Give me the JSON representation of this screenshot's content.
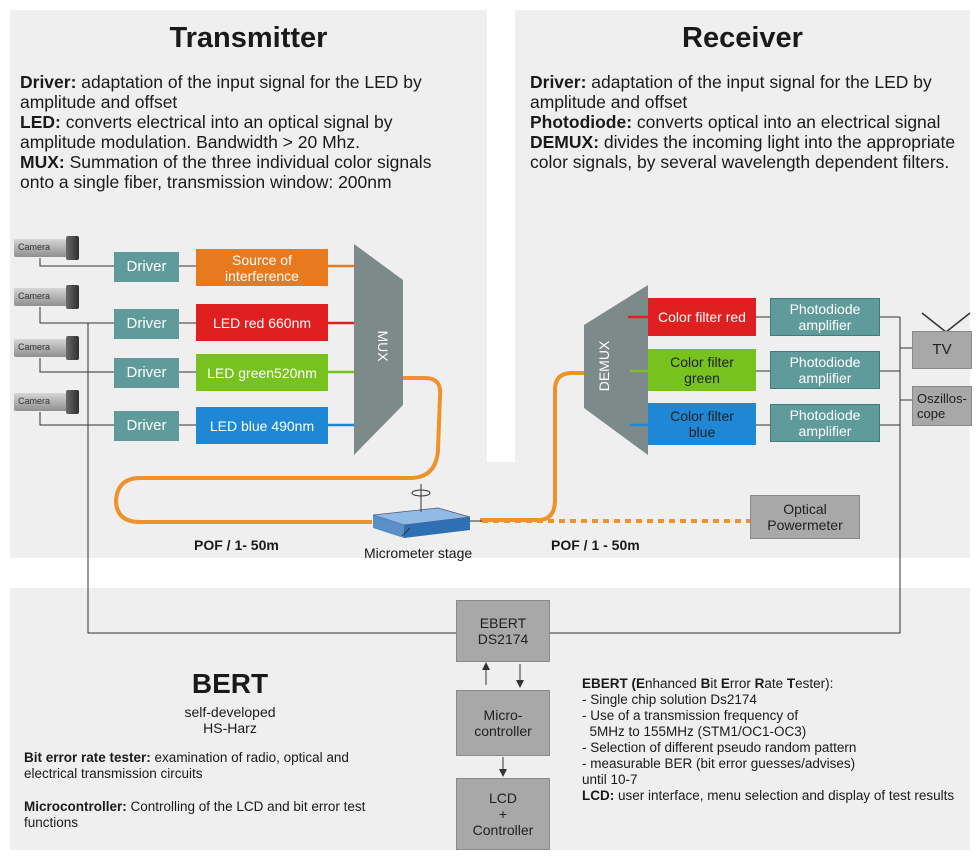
{
  "transmitter": {
    "title": "Transmitter",
    "desc": [
      {
        "term": "Driver:",
        "text": " adaptation of the input signal for the LED by amplitude and offset"
      },
      {
        "term": "LED:",
        "text": " converts electrical  into an optical signal by amplitude modulation. Bandwidth > 20 Mhz."
      },
      {
        "term": "MUX:",
        "text": "  Summation of the three individual color signals onto a single fiber, transmission window: 200nm"
      }
    ],
    "camera_label": "Camera",
    "driver_label": "Driver",
    "sources": [
      {
        "label": "Source of interference",
        "color": "#e8791f"
      },
      {
        "label": "LED red 660nm",
        "color": "#e02020"
      },
      {
        "label": "LED green520nm",
        "color": "#77c21c"
      },
      {
        "label": "LED blue 490nm",
        "color": "#1e88d6"
      }
    ],
    "mux_label": "MUX"
  },
  "receiver": {
    "title": "Receiver",
    "desc": [
      {
        "term": "Driver:",
        "text": " adaptation of the input signal for the LED by amplitude and offset"
      },
      {
        "term": "Photodiode:",
        "text": " converts optical  into an electrical signal"
      },
      {
        "term": "DEMUX:",
        "text": "  divides the incoming light into the appropriate color signals, by several wavelength dependent filters."
      }
    ],
    "demux_label": "DEMUX",
    "filters": [
      {
        "label": "Color filter red",
        "color": "#e02020"
      },
      {
        "label": "Color filter green",
        "color": "#77c21c"
      },
      {
        "label": "Color filter blue",
        "color": "#1e88d6"
      }
    ],
    "amplifier_label": "Photodiode amplifier",
    "tv_label": "TV",
    "scope_label": "Oszillos-cope"
  },
  "fiber": {
    "pof_left": "POF / 1- 50m",
    "pof_right": "POF / 1 - 50m",
    "micrometer_label": "Micrometer stage",
    "powermeter_label": "Optical Powermeter",
    "fiber_color": "#f0922a"
  },
  "bert": {
    "title": "BERT",
    "subtitle_1": "self-developed",
    "subtitle_2": "HS-Harz",
    "ebert_box": "EBERT DS2174",
    "micro_box": "Micro-controller",
    "lcd_box_1": "LCD",
    "lcd_box_2": "+",
    "lcd_box_3": "Controller",
    "left_desc": [
      {
        "term": "Bit error rate tester:",
        "text": " examination of radio, optical and electrical transmission circuits"
      },
      {
        "term": "Microcontroller:",
        "text": " Controlling of the LCD and bit error test functions"
      }
    ],
    "right_heading_parts": [
      {
        "t": "EBERT (",
        "b": true
      },
      {
        "t": "E",
        "b": true
      },
      {
        "t": "nhanced ",
        "b": false
      },
      {
        "t": "B",
        "b": true
      },
      {
        "t": "it ",
        "b": false
      },
      {
        "t": "E",
        "b": true
      },
      {
        "t": "rror ",
        "b": false
      },
      {
        "t": "R",
        "b": true
      },
      {
        "t": "ate ",
        "b": false
      },
      {
        "t": "T",
        "b": true
      },
      {
        "t": "ester):",
        "b": false
      }
    ],
    "right_lines": [
      "- Single chip solution Ds2174",
      "- Use of a transmission frequency of",
      "  5MHz to 155MHz (STM1/OC1-OC3)",
      "- Selection of different pseudo random pattern",
      "- measurable BER (bit error guesses/advises)",
      "until 10-7"
    ],
    "lcd_desc": {
      "term": "LCD:",
      "text": " user interface, menu selection  and display of test results"
    }
  }
}
